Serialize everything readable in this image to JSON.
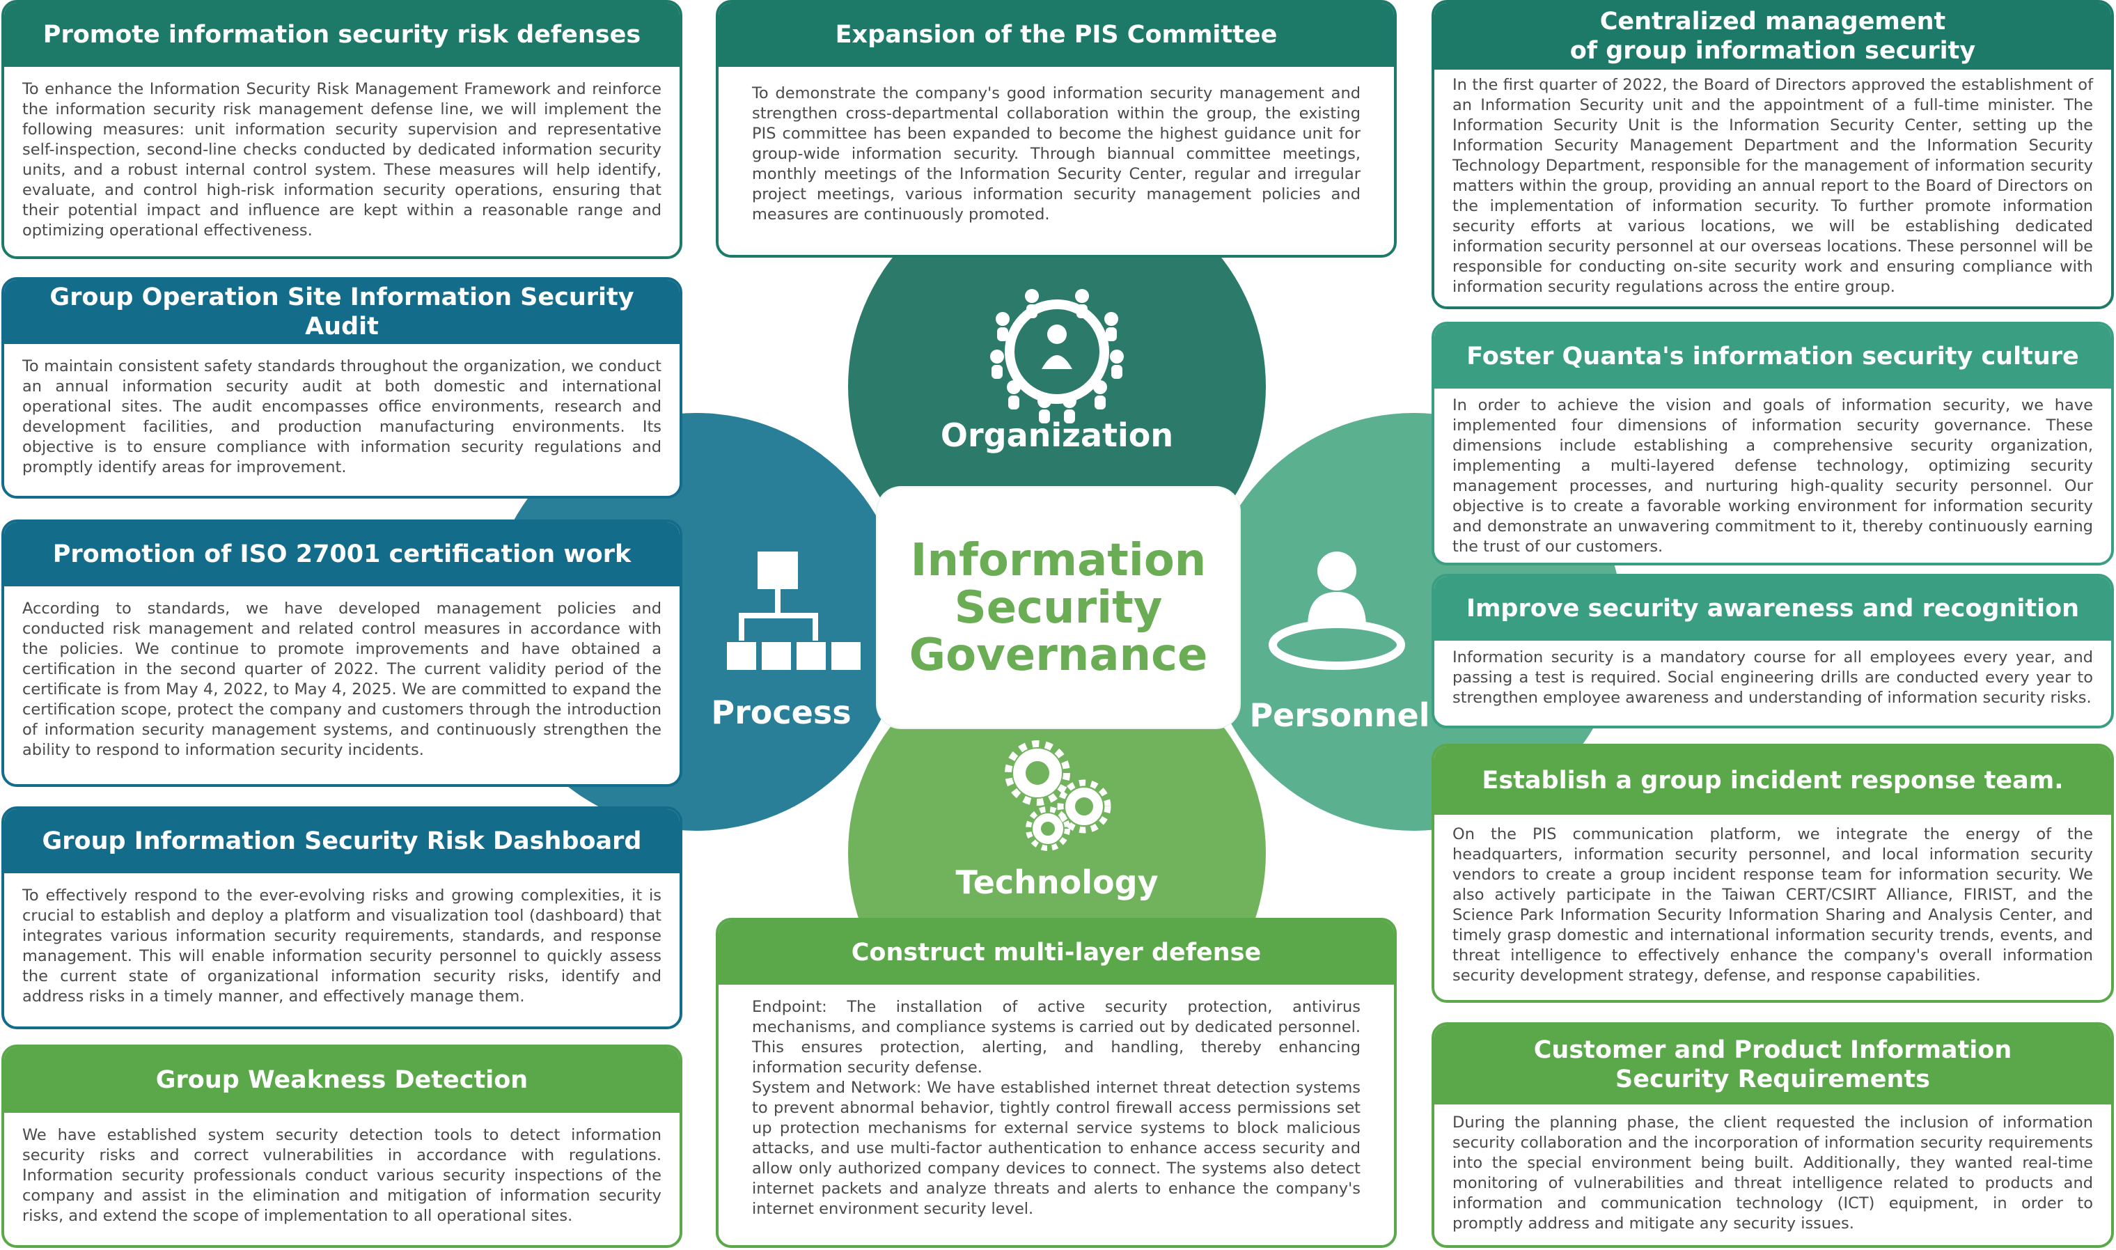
{
  "center": {
    "line1": "Information",
    "line2": "Security",
    "line3": "Governance"
  },
  "pillars": {
    "organization": "Organization",
    "process": "Process",
    "personnel": "Personnel",
    "technology": "Technology"
  },
  "colors": {
    "organization": "#2b7a6a",
    "process": "#2a7f98",
    "personnel": "#5bb08f",
    "technology": "#70b35c",
    "center_text": "#6aad55"
  },
  "icons": {
    "organization": "meeting-people-icon",
    "process": "hierarchy-chart-icon",
    "personnel": "person-on-platform-icon",
    "technology": "gears-icon"
  },
  "cards": {
    "risk_defenses": {
      "title": "Promote information security risk defenses",
      "body": "To enhance the Information Security Risk Management Framework and reinforce the information security risk management defense line, we will implement the following measures: unit information security supervision and representative self-inspection, second-line checks conducted by dedicated information security units, and a robust internal control system. These measures will help identify, evaluate, and control high-risk information security operations, ensuring that their potential impact and influence are kept within a reasonable range and optimizing operational effectiveness."
    },
    "site_audit": {
      "title": "Group Operation Site Information Security Audit",
      "body": "To maintain consistent safety standards throughout the organization, we conduct an annual information security audit at both domestic and international operational sites. The audit encompasses office environments, research and development facilities, and production manufacturing environments. Its objective is to ensure compliance with information security regulations and promptly identify areas for improvement."
    },
    "iso": {
      "title": "Promotion of ISO 27001 certification work",
      "body": "According to standards, we have developed management policies and conducted risk management and related control measures in accordance with the policies. We continue to promote improvements and have obtained a certification in the second quarter of 2022. The current validity period of the certificate is from May 4, 2022, to May 4, 2025. We are committed to expand the certification scope, protect the company and customers through the introduction of information security management systems, and continuously strengthen the ability to respond to information security incidents."
    },
    "dashboard": {
      "title": "Group Information Security Risk Dashboard",
      "body": "To effectively respond to the ever-evolving risks and growing complexities, it is crucial to establish and deploy a platform and visualization tool (dashboard) that integrates various information security requirements, standards, and response management. This will enable information security personnel to quickly assess the current state of organizational information security risks, identify and address risks in a timely manner, and effectively manage them."
    },
    "weakness": {
      "title": "Group Weakness Detection",
      "body": "We have established system security detection tools to detect information security risks and correct vulnerabilities in accordance with regulations. Information security professionals conduct various security inspections of the company and assist in the elimination and mitigation of information security risks, and extend the scope of implementation to all operational sites."
    },
    "pis": {
      "title": "Expansion of the PIS Committee",
      "body": "To demonstrate the company's good information security management and strengthen cross-departmental collaboration within the group, the existing PIS committee has been expanded to become the highest guidance unit for group-wide information security. Through biannual committee meetings, monthly meetings of the Information Security Center, regular and irregular project meetings, various information security management policies and measures are continuously promoted."
    },
    "multilayer": {
      "title": "Construct multi-layer defense",
      "body1": "Endpoint: The installation of active security protection, antivirus mechanisms, and compliance systems is carried out by dedicated personnel. This ensures protection, alerting, and handling, thereby enhancing information security defense.",
      "body2": "System and Network: We have established internet threat detection systems to prevent abnormal behavior, tightly control firewall access permissions set up protection mechanisms for external service systems to block malicious attacks, and use multi-factor authentication to enhance access security and allow only authorized company devices to connect. The systems also detect internet packets and analyze threats and alerts to enhance the company's internet environment security level."
    },
    "centralized": {
      "title1": "Centralized management",
      "title2": "of group information security",
      "body": "In the first quarter of 2022, the Board of Directors approved the establishment of an Information Security unit and the appointment of a full-time minister. The Information Security Unit is the Information Security Center, setting up the Information Security Management Department and the Information Security Technology Department, responsible for the management of information security matters within the group, providing an annual report to the Board of Directors on the implementation of information security. To further promote information security efforts at various locations, we will be establishing dedicated information security personnel at our overseas locations. These personnel will be responsible for conducting on-site security work and ensuring compliance with information security regulations across the entire group."
    },
    "culture": {
      "title": "Foster Quanta's information security culture",
      "body": "In order to achieve the vision and goals of information security, we have implemented four dimensions of information security governance. These dimensions include establishing a comprehensive security organization, implementing a multi-layered defense technology, optimizing security management processes, and nurturing high-quality security personnel. Our objective is to create a favorable working environment for information security and demonstrate an unwavering commitment to it, thereby continuously earning the trust of our customers."
    },
    "awareness": {
      "title": "Improve security awareness and recognition",
      "body": "Information security is a mandatory course for all employees every year, and passing a test is required. Social engineering drills are conducted every year to strengthen employee awareness and understanding of information security risks."
    },
    "incident": {
      "title": "Establish a group incident response team.",
      "body": "On the PIS communication platform, we integrate the energy of the headquarters, information security personnel, and local information security vendors to create a group incident response team for information security. We also actively participate in the Taiwan CERT/CSIRT Alliance, FIRIST, and the Science Park Information Security Information Sharing and Analysis Center, and timely grasp domestic and international information security trends, events, and threat intelligence to effectively enhance the company's overall information security development strategy, defense, and response capabilities."
    },
    "customer": {
      "title1": "Customer and Product Information",
      "title2": "Security Requirements",
      "body": "During the planning phase, the client requested the inclusion of information security collaboration and the incorporation of information security requirements into the special environment being built. Additionally, they wanted real-time monitoring of vulnerabilities and threat intelligence related to products and information and communication technology (ICT) equipment, in order to promptly address and mitigate any security issues."
    }
  }
}
